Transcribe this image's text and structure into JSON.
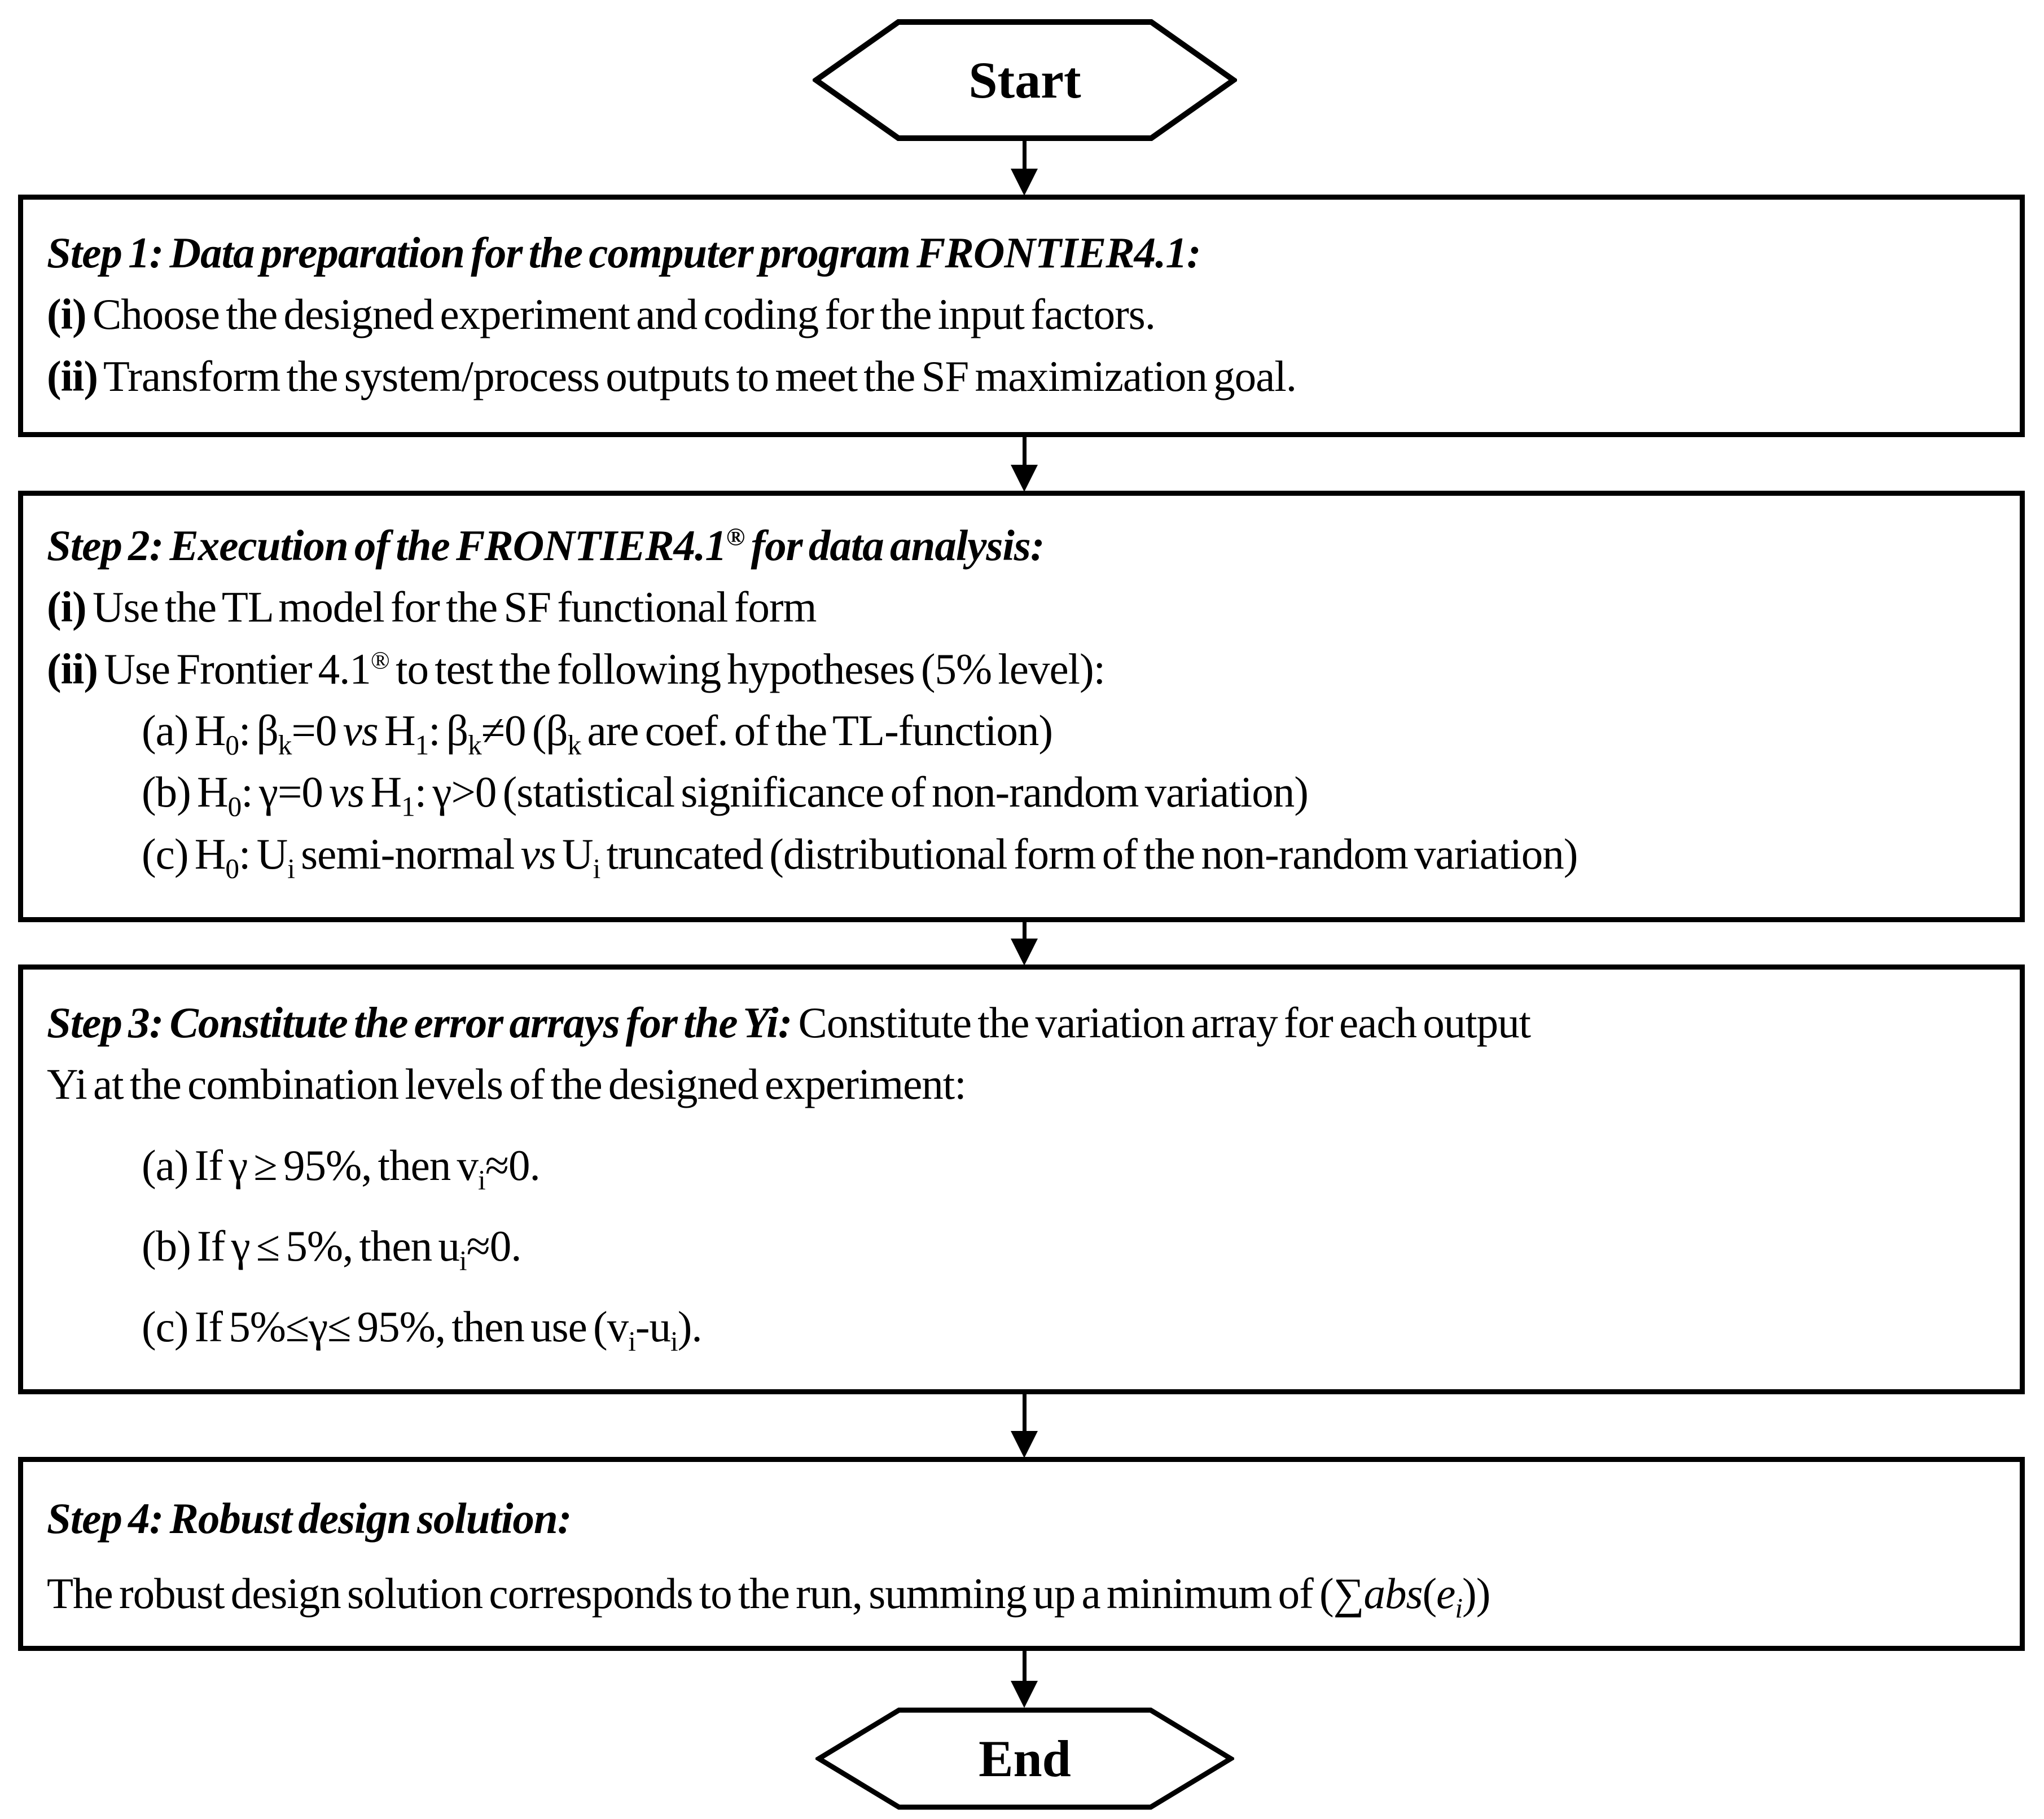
{
  "flow": {
    "start_label": "Start",
    "end_label": "End",
    "colors": {
      "stroke": "#000000",
      "background": "#ffffff"
    },
    "boxes": [
      {
        "name": "step-1",
        "lines": [
          {
            "indent": 0,
            "segs": [
              {
                "t": "Step 1: Data preparation for the computer program FRONTIER4.1:",
                "s": "bi"
              }
            ]
          },
          {
            "indent": 0,
            "segs": [
              {
                "t": "(i)",
                "s": "b"
              },
              {
                "t": " Choose the designed experiment and coding for the input factors.",
                "s": ""
              }
            ]
          },
          {
            "indent": 0,
            "segs": [
              {
                "t": "(ii)",
                "s": "b"
              },
              {
                "t": " Transform the system/process outputs to meet the SF maximization goal.",
                "s": ""
              }
            ]
          }
        ]
      },
      {
        "name": "step-2",
        "lines": [
          {
            "indent": 0,
            "segs": [
              {
                "t": "Step 2: Execution of the FRONTIER4.1",
                "s": "bi"
              },
              {
                "t": "®",
                "s": "sup-bi"
              },
              {
                "t": " for data analysis:",
                "s": "bi"
              }
            ]
          },
          {
            "indent": 0,
            "segs": [
              {
                "t": "(i)",
                "s": "b"
              },
              {
                "t": " Use the TL model for the SF functional form",
                "s": ""
              }
            ]
          },
          {
            "indent": 0,
            "segs": [
              {
                "t": "(ii)",
                "s": "b"
              },
              {
                "t": " Use Frontier 4.1",
                "s": ""
              },
              {
                "t": "®",
                "s": "sup"
              },
              {
                "t": " to test the following hypotheses (5% level):",
                "s": ""
              }
            ]
          },
          {
            "indent": 1,
            "segs": [
              {
                "t": "(a) H",
                "s": ""
              },
              {
                "t": "0",
                "s": "sub"
              },
              {
                "t": ": β",
                "s": ""
              },
              {
                "t": "k",
                "s": "sub"
              },
              {
                "t": "=0 ",
                "s": ""
              },
              {
                "t": "vs",
                "s": "i"
              },
              {
                "t": " H",
                "s": ""
              },
              {
                "t": "1",
                "s": "sub"
              },
              {
                "t": ": β",
                "s": ""
              },
              {
                "t": "k",
                "s": "sub"
              },
              {
                "t": "≠0 (β",
                "s": ""
              },
              {
                "t": "k",
                "s": "sub"
              },
              {
                "t": " are coef. of the TL-function)",
                "s": ""
              }
            ]
          },
          {
            "indent": 1,
            "segs": [
              {
                "t": "(b) H",
                "s": ""
              },
              {
                "t": "0",
                "s": "sub"
              },
              {
                "t": ": γ=0 ",
                "s": ""
              },
              {
                "t": "vs",
                "s": "i"
              },
              {
                "t": " H",
                "s": ""
              },
              {
                "t": "1",
                "s": "sub"
              },
              {
                "t": ": γ>0 (statistical significance of non-random variation)",
                "s": ""
              }
            ]
          },
          {
            "indent": 1,
            "segs": [
              {
                "t": "(c) H",
                "s": ""
              },
              {
                "t": "0",
                "s": "sub"
              },
              {
                "t": ": U",
                "s": ""
              },
              {
                "t": "i",
                "s": "sub"
              },
              {
                "t": " semi-normal ",
                "s": ""
              },
              {
                "t": "vs",
                "s": "i"
              },
              {
                "t": " U",
                "s": ""
              },
              {
                "t": "i",
                "s": "sub"
              },
              {
                "t": " truncated (distributional form of the non-random variation)",
                "s": ""
              }
            ]
          }
        ]
      },
      {
        "name": "step-3",
        "lines": [
          {
            "indent": 0,
            "segs": [
              {
                "t": "Step 3: Constitute the error arrays for the Yi: ",
                "s": "bi"
              },
              {
                "t": "Constitute the variation array for each output",
                "s": ""
              }
            ]
          },
          {
            "indent": 0,
            "segs": [
              {
                "t": "Yi at the combination levels of the designed experiment:",
                "s": ""
              }
            ]
          },
          {
            "indent": 1,
            "segs": [
              {
                "t": "(a) If γ ≥ 95%, then v",
                "s": ""
              },
              {
                "t": "i",
                "s": "sub"
              },
              {
                "t": "≈0.",
                "s": ""
              }
            ]
          },
          {
            "indent": 1,
            "segs": [
              {
                "t": "(b) If γ ≤ 5%, then u",
                "s": ""
              },
              {
                "t": "i",
                "s": "sub"
              },
              {
                "t": "≈0.",
                "s": ""
              }
            ]
          },
          {
            "indent": 1,
            "segs": [
              {
                "t": "(c) If 5%≤γ≤ 95%, then use (v",
                "s": ""
              },
              {
                "t": "i",
                "s": "sub"
              },
              {
                "t": "-u",
                "s": ""
              },
              {
                "t": "i",
                "s": "sub"
              },
              {
                "t": ").",
                "s": ""
              }
            ]
          }
        ]
      },
      {
        "name": "step-4",
        "lines": [
          {
            "indent": 0,
            "segs": [
              {
                "t": "Step 4: Robust design solution:",
                "s": "bi"
              }
            ]
          },
          {
            "indent": 0,
            "segs": [
              {
                "t": "The robust design solution corresponds to the run, summing up a minimum of  (∑",
                "s": ""
              },
              {
                "t": "abs",
                "s": "i"
              },
              {
                "t": "(",
                "s": ""
              },
              {
                "t": "e",
                "s": "i"
              },
              {
                "t": "i",
                "s": "sub-i"
              },
              {
                "t": "))",
                "s": ""
              }
            ]
          }
        ]
      }
    ]
  }
}
